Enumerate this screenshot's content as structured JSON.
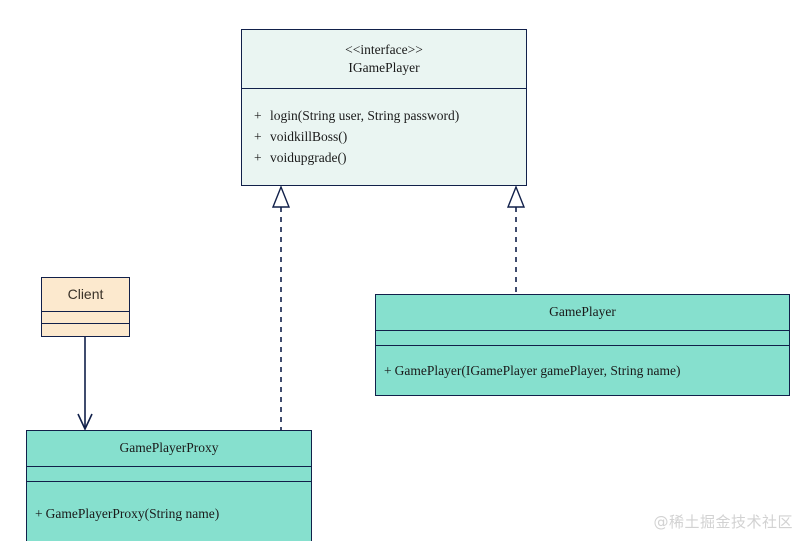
{
  "diagram": {
    "type": "uml-class-diagram",
    "pattern": "Proxy",
    "watermark": "@稀土掘金技术社区",
    "colors": {
      "interface_fill": "#EAF5F2",
      "class_fill": "#86E0CE",
      "client_fill": "#FCE9CE",
      "border": "#11204A",
      "text": "#1A1A1A",
      "watermark": "#D2D2D2"
    }
  },
  "nodes": {
    "interface": {
      "stereotype": "<<interface>>",
      "name": "IGamePlayer",
      "members": [
        {
          "visibility": "+",
          "signature": "login(String user, String password)"
        },
        {
          "visibility": "+",
          "signature": "voidkillBoss()"
        },
        {
          "visibility": "+",
          "signature": "voidupgrade()"
        }
      ]
    },
    "client": {
      "name": "Client",
      "members": []
    },
    "game_player": {
      "name": "GamePlayer",
      "members": [
        {
          "visibility": "+",
          "signature": "GamePlayer(IGamePlayer gamePlayer, String name)"
        }
      ]
    },
    "game_player_proxy": {
      "name": "GamePlayerProxy",
      "members": [
        {
          "visibility": "+",
          "signature": "GamePlayerProxy(String name)"
        }
      ]
    }
  },
  "edges": [
    {
      "id": "proxy-realizes-interface",
      "from": "game_player_proxy",
      "to": "interface",
      "type": "realization",
      "line": "dashed",
      "arrowhead": "hollow-triangle"
    },
    {
      "id": "gameplayer-realizes-interface",
      "from": "game_player",
      "to": "interface",
      "type": "realization",
      "line": "dashed",
      "arrowhead": "hollow-triangle"
    },
    {
      "id": "client-uses-proxy",
      "from": "client",
      "to": "game_player_proxy",
      "type": "association",
      "line": "solid",
      "arrowhead": "open"
    }
  ]
}
